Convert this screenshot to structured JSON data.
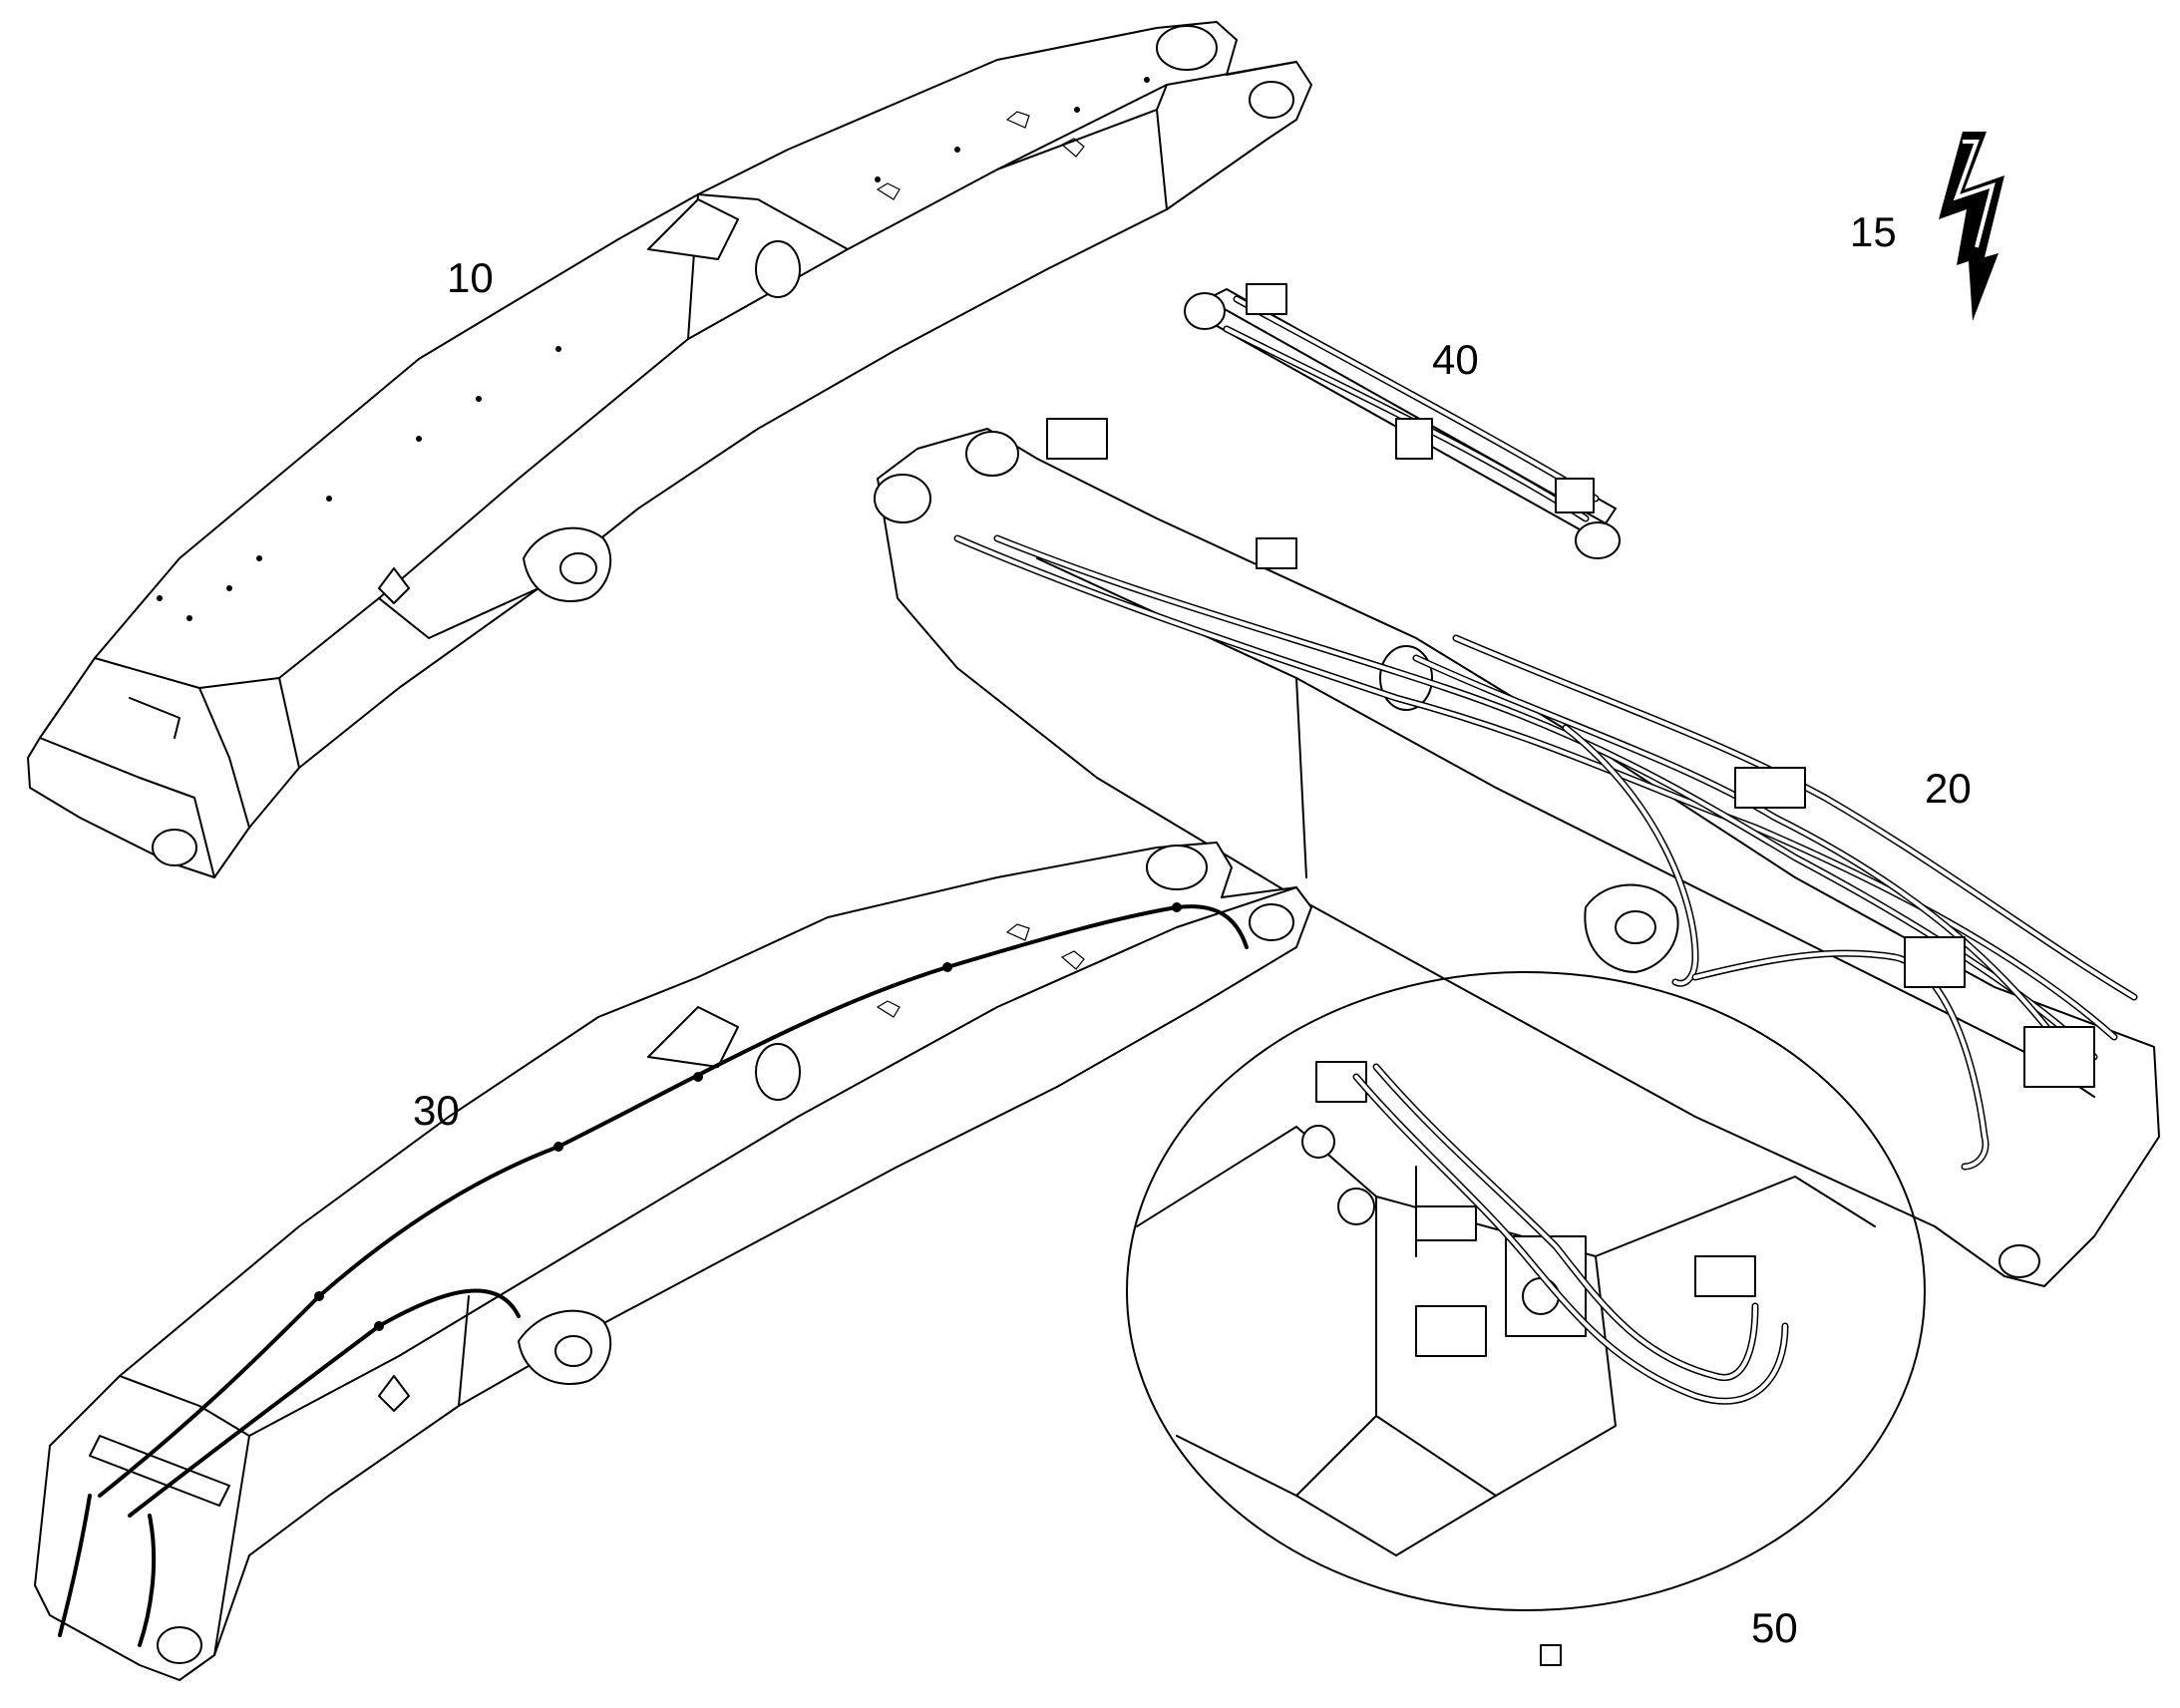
{
  "callouts": {
    "boom": "10",
    "electrical_symbol": "15",
    "boom_with_hoses": "20",
    "boom_with_wiring": "30",
    "cylinder": "40",
    "detail_view": "50"
  },
  "icons": {
    "electrical_symbol": "lightning-bolt-icon"
  }
}
